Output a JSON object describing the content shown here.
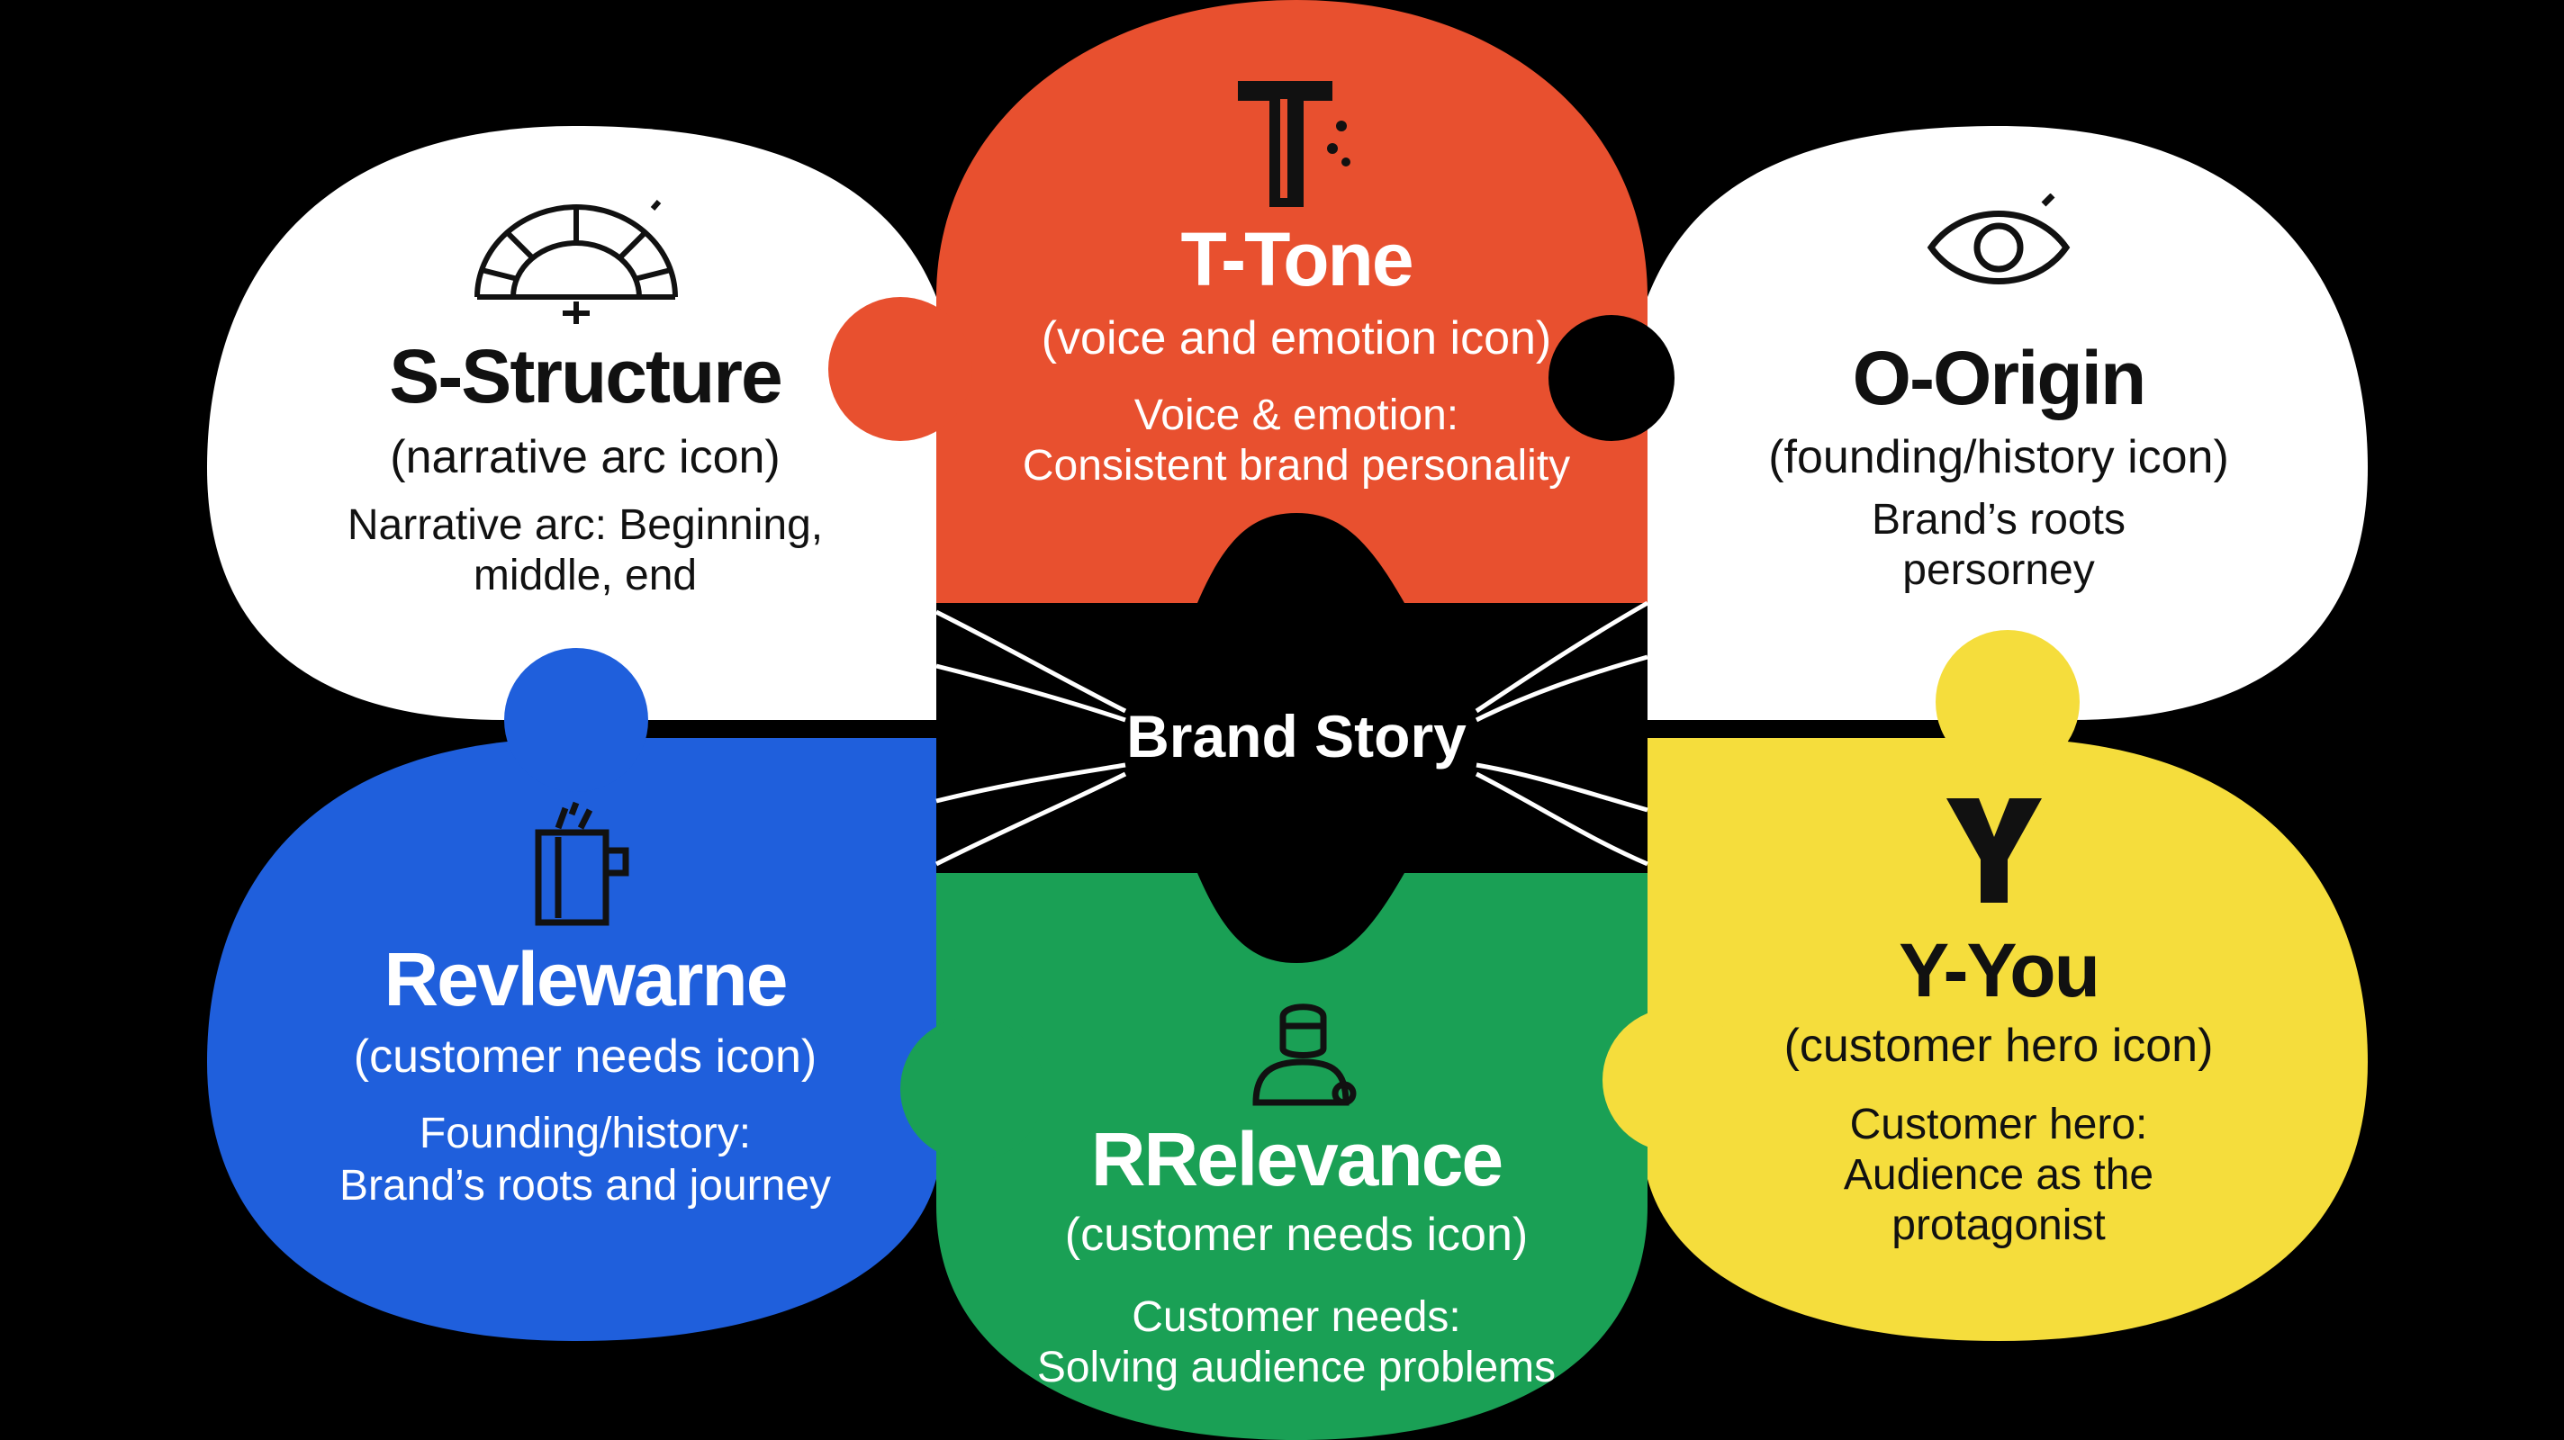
{
  "diagram": {
    "center": {
      "label": "Brand Story"
    },
    "colors": {
      "background": "#000000",
      "structure": "#ffffff",
      "tone": "#e8502f",
      "origin": "#ffffff",
      "relevance_left": "#1f5fdc",
      "relevance_center": "#1aa055",
      "you": "#f5dd3c"
    },
    "pieces": [
      {
        "key": "structure",
        "icon": "narrative-arc-icon",
        "title": "S-Structure",
        "subtitle": "(narrative arc icon)",
        "description_lines": [
          "Narrative arc: Beginning,",
          "middle, end"
        ]
      },
      {
        "key": "tone",
        "icon": "tone-t-icon",
        "title": "T-Tone",
        "subtitle": "(voice and emotion icon)",
        "description_lines": [
          "Voice & emotion:",
          "Consistent brand personality"
        ]
      },
      {
        "key": "origin",
        "icon": "eye-icon",
        "title": "O-Origin",
        "subtitle": "(founding/history icon)",
        "description_lines": [
          "Brand’s roots",
          "persorney"
        ]
      },
      {
        "key": "relevance_left",
        "icon": "folder-icon",
        "title": "Revlewarne",
        "subtitle": "(customer needs icon)",
        "description_lines": [
          "Founding/history:",
          "Brand’s roots and journey"
        ]
      },
      {
        "key": "relevance_center",
        "icon": "person-icon",
        "title": "RRelevance",
        "subtitle": "(customer needs icon)",
        "description_lines": [
          "Customer needs:",
          "Solving audience problems"
        ]
      },
      {
        "key": "you",
        "icon": "y-letter-icon",
        "title": "Y-You",
        "subtitle": "(customer hero icon)",
        "description_lines": [
          "Customer hero:",
          "Audience as the",
          "protagonist"
        ]
      }
    ]
  }
}
